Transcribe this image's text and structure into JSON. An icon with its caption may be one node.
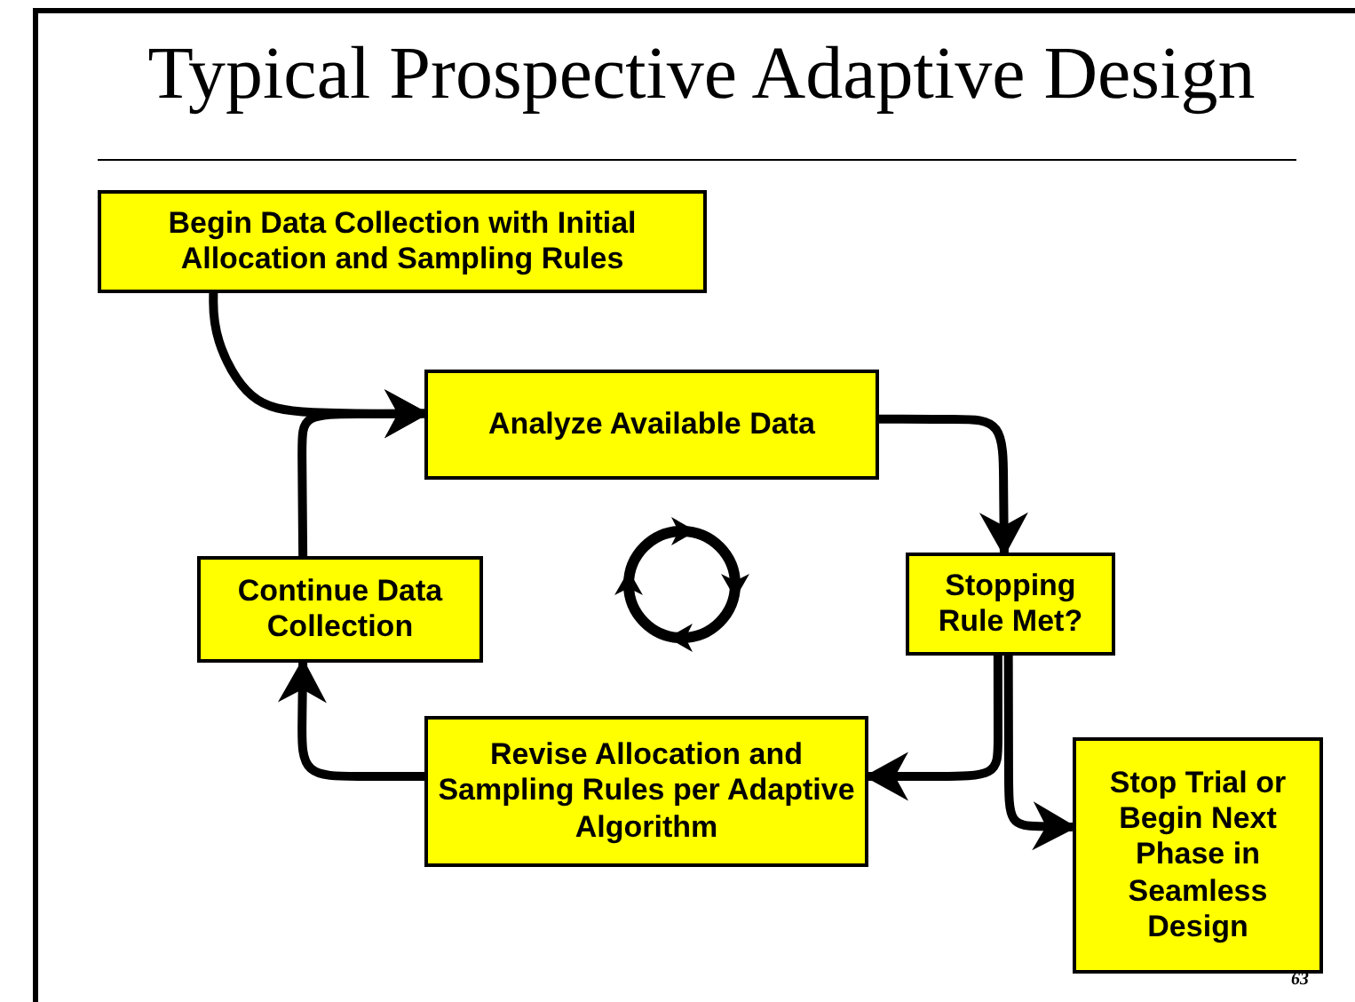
{
  "diagram": {
    "title": "Typical Prospective Adaptive Design",
    "nodes": [
      {
        "text": [
          "Begin Data Collection with Initial Allocation and Sampling Rules"
        ]
      },
      {
        "text": [
          "Analyze Available Data"
        ]
      },
      {
        "text": [
          "Continue Data Collection"
        ]
      },
      {
        "text": [
          "Stopping Rule Met?"
        ]
      },
      {
        "text": [
          "Revise Allocation and Sampling Rules per Adaptive Algorithm"
        ]
      },
      {
        "text": [
          "Stop Trial or Begin Next Phase in Seamless Design"
        ]
      }
    ],
    "edges": [
      {
        "from": 0,
        "to": 1,
        "arrow": "to"
      },
      {
        "from": 2,
        "to": 1,
        "arrow": "to"
      },
      {
        "from": 1,
        "to": 3,
        "arrow": "to"
      },
      {
        "from": 3,
        "to": 4,
        "arrow": "to"
      },
      {
        "from": 3,
        "to": 5,
        "arrow": "to"
      },
      {
        "from": 4,
        "to": 2,
        "arrow": "to"
      }
    ],
    "labels": [
      "63"
    ]
  }
}
